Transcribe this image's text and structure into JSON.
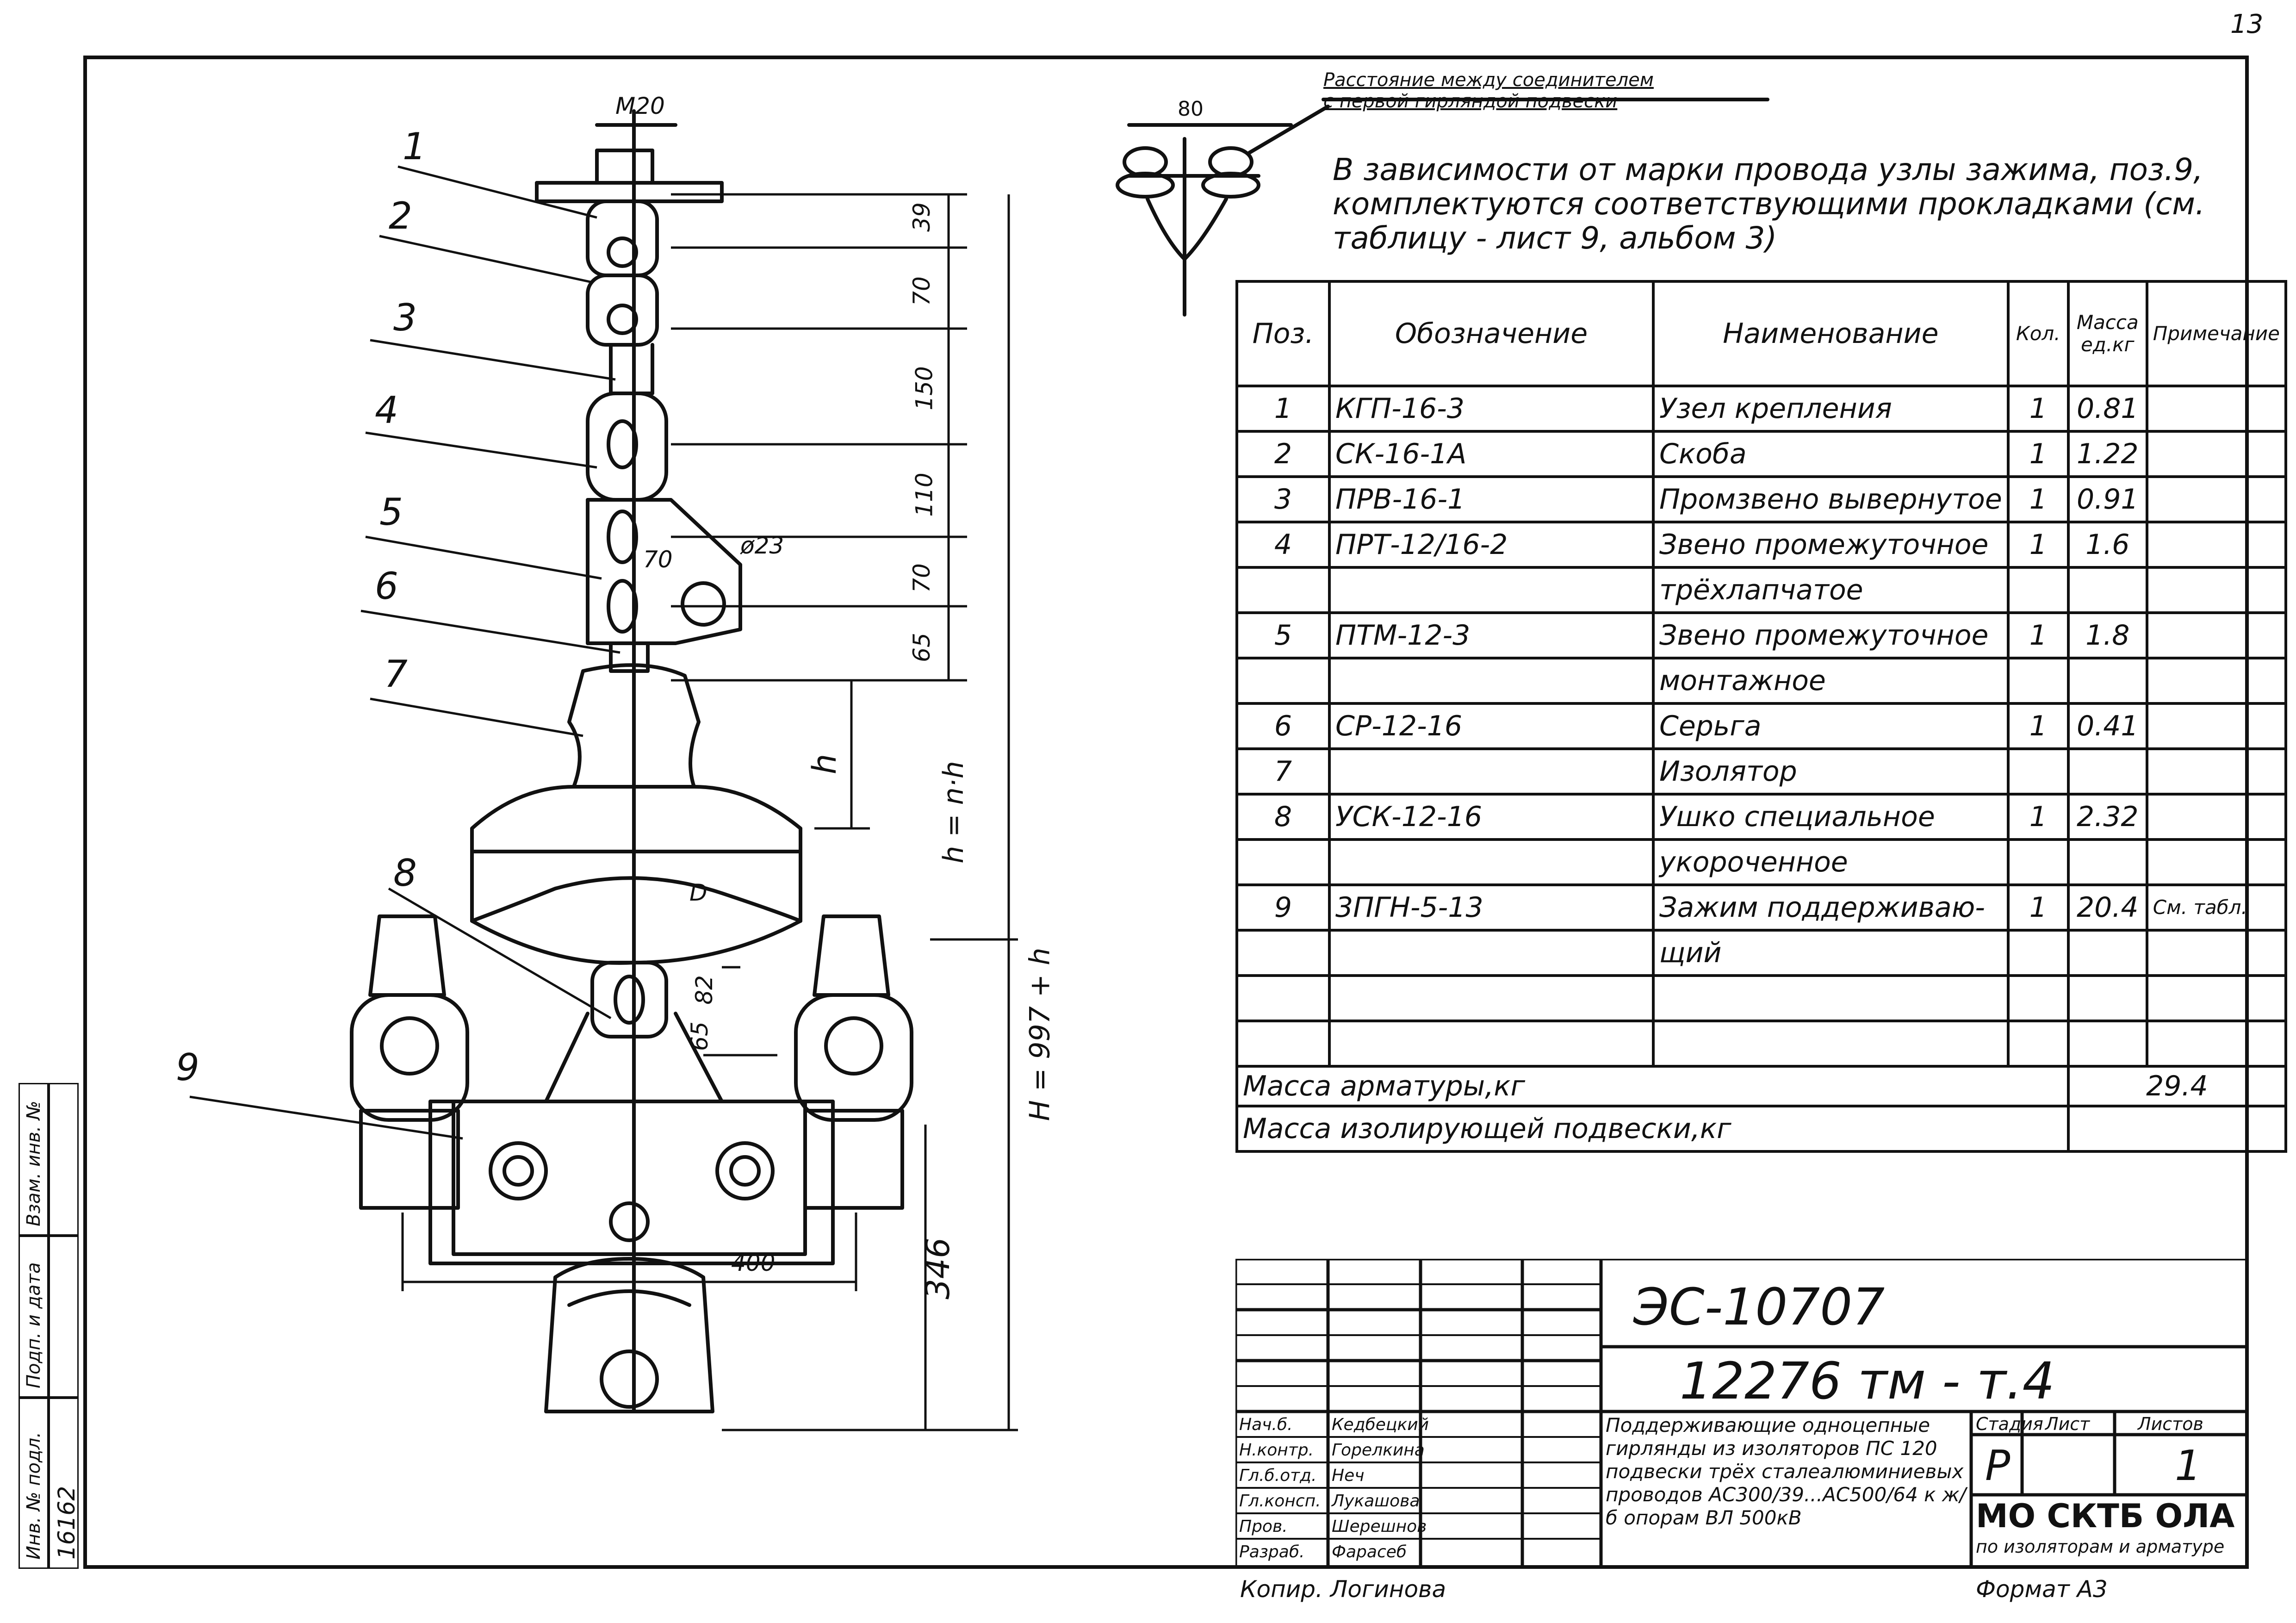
{
  "sheet_number": "13",
  "callout": {
    "line1": "Расстояние между соединителем",
    "line2": "с первой гирляндой подвески",
    "dim": "80"
  },
  "note": "В зависимости от марки провода узлы зажима, поз.9, комплектуются соответствующими прокладками (см. таблицу - лист 9, альбом 3)",
  "drawing": {
    "top_dim": "М20",
    "dims_vertical": [
      "39",
      "70",
      "150",
      "110",
      "70",
      "65",
      "82",
      "65",
      "346"
    ],
    "dim_h": "h",
    "dim_hnh": "h = n·h",
    "dim_H": "H = 997 + h",
    "dim_400": "400",
    "dim_70": "70",
    "dim_d23": "ø23",
    "dim_D": "D",
    "positions": [
      "1",
      "2",
      "3",
      "4",
      "5",
      "6",
      "7",
      "8",
      "9"
    ]
  },
  "spec_table": {
    "headers": {
      "pos": "Поз.",
      "designation": "Обозначение",
      "name": "Наименование",
      "qty": "Кол.",
      "mass": "Масса ед.кг",
      "note": "Примечание"
    },
    "rows": [
      {
        "pos": "1",
        "designation": "КГП-16-3",
        "name": "Узел крепления",
        "qty": "1",
        "mass": "0.81",
        "note": ""
      },
      {
        "pos": "2",
        "designation": "СК-16-1А",
        "name": "Скоба",
        "qty": "1",
        "mass": "1.22",
        "note": ""
      },
      {
        "pos": "3",
        "designation": "ПРВ-16-1",
        "name": "Промзвено вывернутое",
        "qty": "1",
        "mass": "0.91",
        "note": ""
      },
      {
        "pos": "4",
        "designation": "ПРТ-12/16-2",
        "name": "Звено промежуточное",
        "qty": "1",
        "mass": "1.6",
        "note": ""
      },
      {
        "pos": "",
        "designation": "",
        "name": "трёхлапчатое",
        "qty": "",
        "mass": "",
        "note": ""
      },
      {
        "pos": "5",
        "designation": "ПТМ-12-3",
        "name": "Звено промежуточное",
        "qty": "1",
        "mass": "1.8",
        "note": ""
      },
      {
        "pos": "",
        "designation": "",
        "name": "монтажное",
        "qty": "",
        "mass": "",
        "note": ""
      },
      {
        "pos": "6",
        "designation": "СР-12-16",
        "name": "Серьга",
        "qty": "1",
        "mass": "0.41",
        "note": ""
      },
      {
        "pos": "7",
        "designation": "",
        "name": "Изолятор",
        "qty": "",
        "mass": "",
        "note": ""
      },
      {
        "pos": "8",
        "designation": "УСК-12-16",
        "name": "Ушко специальное",
        "qty": "1",
        "mass": "2.32",
        "note": ""
      },
      {
        "pos": "",
        "designation": "",
        "name": "укороченное",
        "qty": "",
        "mass": "",
        "note": ""
      },
      {
        "pos": "9",
        "designation": "3ПГН-5-13",
        "name": "Зажим поддерживаю-",
        "qty": "1",
        "mass": "20.4",
        "note": "См. табл."
      },
      {
        "pos": "",
        "designation": "",
        "name": "щий",
        "qty": "",
        "mass": "",
        "note": ""
      },
      {
        "pos": "",
        "designation": "",
        "name": "",
        "qty": "",
        "mass": "",
        "note": ""
      },
      {
        "pos": "",
        "designation": "",
        "name": "",
        "qty": "",
        "mass": "",
        "note": ""
      }
    ],
    "mass_fittings_label": "Масса арматуры,кг",
    "mass_fittings_value": "29.4",
    "mass_insulation_label": "Масса изолирующей подвески,кг"
  },
  "title_block": {
    "code": "ЭС-10707",
    "doc_number": "12276 тм - т.4",
    "title": "Поддерживающие одноцепные гирлянды из изоляторов ПС 120 подвески трёх сталеалюминиевых проводов АС300/39...АС500/64 к ж/б опорам ВЛ 500кВ",
    "stage_label": "Стадия",
    "sheet_label": "Лист",
    "sheets_label": "Листов",
    "stage": "Р",
    "sheets": "1",
    "org": "МО СКТБ ОЛА",
    "org_sub": "по изоляторам и арматуре",
    "roles": [
      "Нач.б.",
      "Н.контр.",
      "Гл.б.отд.",
      "Гл.консп.",
      "Пров.",
      "Разраб."
    ],
    "names": [
      "Кедбецкий",
      "Горелкина",
      "Неч",
      "Лукашова",
      "Шерешнов",
      "Фарасеб"
    ],
    "copied": "Копир.  Логинова",
    "format": "Формат А3"
  },
  "stamp": {
    "inv_label": "Инв. № подл.",
    "inv_value": "16162",
    "sign_label": "Подп. и дата",
    "replace_label": "Взам. инв. №"
  }
}
